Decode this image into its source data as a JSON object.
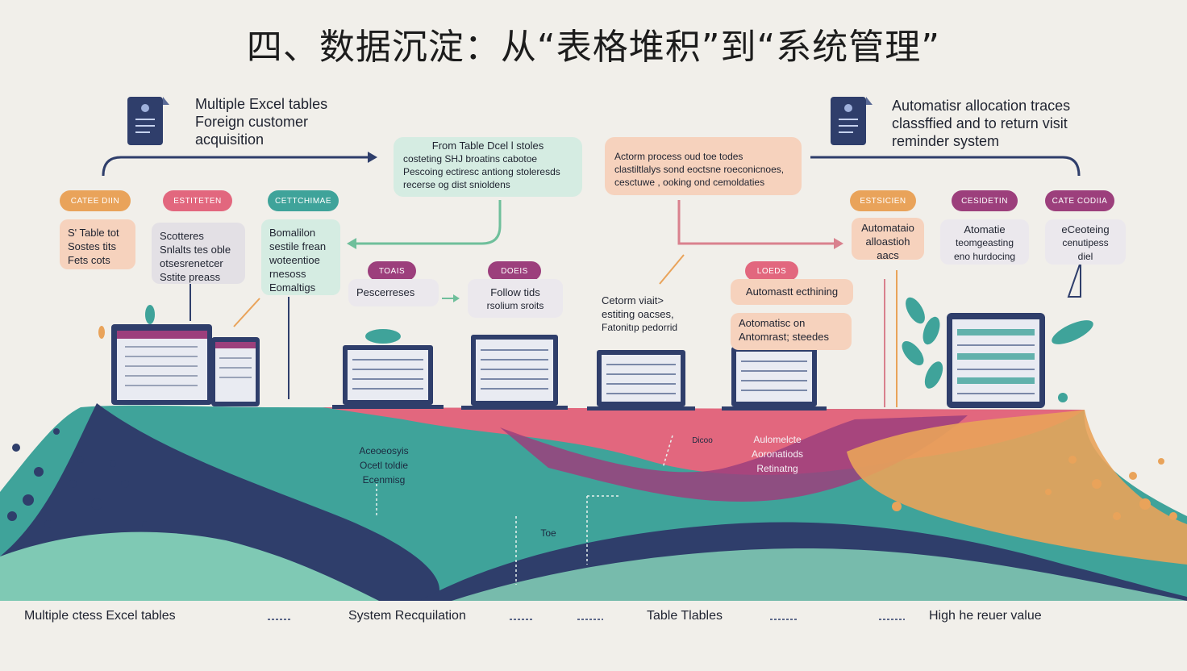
{
  "title": "四、数据沉淀：从“表格堆积”到“系统管理”",
  "colors": {
    "background": "#f1efea",
    "navy": "#2f3e6b",
    "teal": "#3fa39a",
    "mint": "#7fc9b4",
    "pink": "#e2677e",
    "magenta": "#9c3f7c",
    "orange": "#e9a35a",
    "peach_card": "#f6d2bd",
    "mint_card": "#d5ece2",
    "gray_card": "#e3e0e5"
  },
  "left_header": {
    "icon": "document-icon",
    "lines": [
      "Multiple Excel tables",
      "Foreign customer",
      "acquisition"
    ]
  },
  "right_header": {
    "icon": "document-icon",
    "lines": [
      "Automatisr allocation traces",
      "classffied and to return visit",
      "reminder system"
    ]
  },
  "center_box_left": {
    "head": "From Table Dcel l stoles",
    "lines": [
      "costeting SHJ broatins cabotoe",
      "Pescoing ectiresc antiong stoleresds",
      "recerse og dist snioldens"
    ]
  },
  "center_box_right": {
    "lines": [
      "Actorm process oud toe todes",
      "clastiltlalys sond eoctsne  roeconicnoes,",
      "cesctuwe , ooking ond cemoldaties"
    ]
  },
  "left_pills": [
    {
      "label": "CATEE DIIN",
      "color": "#e9a35a"
    },
    {
      "label": "ESTITETEN",
      "color": "#e2677e"
    },
    {
      "label": "CETTCHIMAE",
      "color": "#3fa39a"
    }
  ],
  "left_cards": [
    {
      "lines": [
        "S' Table tot",
        "Sostes tits",
        "Fets cots"
      ]
    },
    {
      "lines": [
        "Scotteres",
        "Snlalts tes oble",
        "otsesrenetcer",
        "Sstite preass"
      ]
    },
    {
      "lines": [
        "Bomalilon",
        "sestile frean",
        "woteentioe",
        "rnesoss",
        "Eomaltigs"
      ]
    }
  ],
  "middle_pills": [
    {
      "label": "TOAIS",
      "color": "#9c3f7c"
    },
    {
      "label": "DOEIS",
      "color": "#9c3f7c"
    },
    {
      "label": "LOEDS",
      "color": "#e2677e"
    }
  ],
  "middle_cards": [
    {
      "lines": [
        "Pescerreses"
      ]
    },
    {
      "lines": [
        "Follow tids",
        "rsolium sroits"
      ]
    },
    {
      "lines": [
        "Cetorm viait>",
        "estiting oacses,",
        "Fatonitıp pedorrid"
      ]
    },
    {
      "lines": [
        "Automastt ecthining"
      ]
    },
    {
      "lines": [
        "Aotomatisc on",
        "Antomrast; steedes"
      ]
    }
  ],
  "right_pills": [
    {
      "label": "ESTSICIEN",
      "color": "#e9a35a"
    },
    {
      "label": "CESIDETIN",
      "color": "#9c3f7c"
    },
    {
      "label": "CATE CODIIA",
      "color": "#9c3f7c"
    }
  ],
  "right_cards": [
    {
      "lines": [
        "Automataio",
        "alloastioh",
        "aacs"
      ]
    },
    {
      "lines": [
        "Atomatie",
        "teomgeasting",
        "eno hurdocing"
      ]
    },
    {
      "lines": [
        "eCeoteing",
        "cenutipess",
        "diel"
      ]
    }
  ],
  "wave_labels": [
    {
      "lines": [
        "Aceoeosyis",
        "Ocetl toldie",
        "Ecenmisg"
      ]
    },
    {
      "lines": [
        "Toe"
      ]
    },
    {
      "lines": [
        "Dicoo"
      ]
    },
    {
      "lines": [
        "Aulomelcte",
        "Aoronatiods",
        "Retinatng"
      ]
    }
  ],
  "bottom_labels": [
    "Multiple ctess Excel tables",
    "System Recquilation",
    "Table Tlables",
    "High he reuer value"
  ]
}
